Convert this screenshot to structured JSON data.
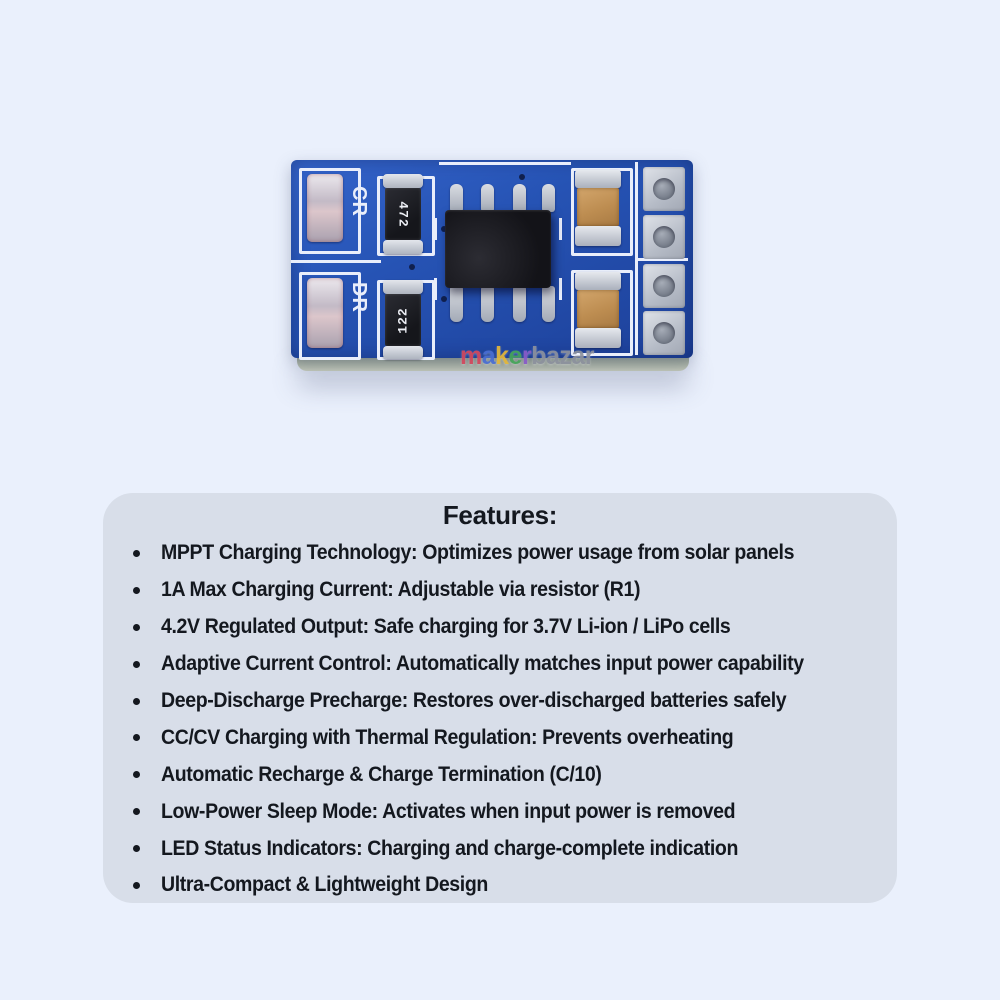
{
  "page": {
    "background_color": "#eaf0fc",
    "card_color": "#d8dee9",
    "text_color": "#14181f"
  },
  "product": {
    "description": "blue MPPT solar lithium charger PCB module photo",
    "board": {
      "colors": {
        "board_blue": "#2653b4",
        "silkscreen_white": "#e9eefb",
        "ic_black": "#131318",
        "pad_silver": "#c6cbd4",
        "capacitor_tan": "#bd8d51",
        "board_edge_gray_green": "#9aa594"
      },
      "silkscreen_labels": {
        "led1": "CR",
        "led2": "DR",
        "resistor1": "472",
        "resistor2": "122"
      }
    },
    "watermark": {
      "maker_letters": [
        {
          "ch": "m",
          "color": "#d4495e"
        },
        {
          "ch": "a",
          "color": "#4a6fd4"
        },
        {
          "ch": "k",
          "color": "#e5b83a"
        },
        {
          "ch": "e",
          "color": "#46a65a"
        },
        {
          "ch": "r",
          "color": "#8a5cc9"
        }
      ],
      "suffix": "bazar",
      "suffix_color": "#8d929e"
    }
  },
  "features": {
    "title": "Features:",
    "items": [
      "MPPT Charging Technology: Optimizes power usage from solar panels",
      "1A Max Charging Current: Adjustable via resistor (R1)",
      "4.2V Regulated Output: Safe charging for 3.7V Li-ion / LiPo cells",
      "Adaptive Current Control: Automatically matches input power capability",
      "Deep-Discharge Precharge: Restores over-discharged batteries safely",
      "CC/CV Charging with Thermal Regulation: Prevents overheating",
      "Automatic Recharge & Charge Termination (C/10)",
      "Low-Power Sleep Mode: Activates when input power is removed",
      "LED Status Indicators: Charging and charge-complete indication",
      "Ultra-Compact & Lightweight Design"
    ]
  }
}
